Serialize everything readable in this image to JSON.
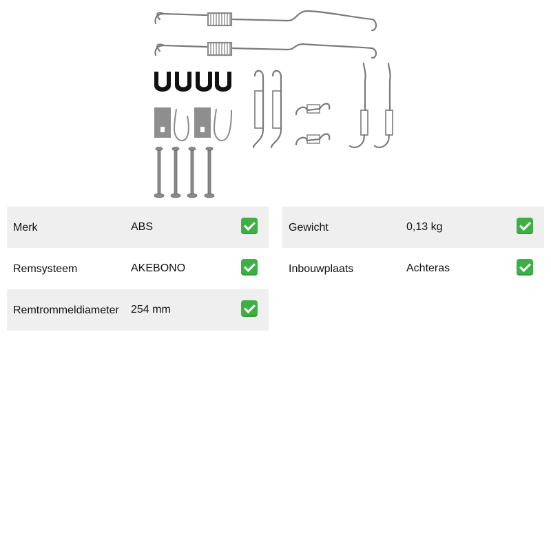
{
  "product_image": {
    "description_icon": "brake-shoe-fitting-kit-image"
  },
  "specs_left": [
    {
      "label": "Merk",
      "value": "ABS",
      "icon": "check-icon"
    },
    {
      "label": "Remsysteem",
      "value": "AKEBONO",
      "icon": "check-icon"
    },
    {
      "label": "Remtrommeldiameter",
      "value": "254 mm",
      "icon": "check-icon"
    }
  ],
  "specs_right": [
    {
      "label": "Gewicht",
      "value": "0,13 kg",
      "icon": "check-icon"
    },
    {
      "label": "Inbouwplaats",
      "value": "Achteras",
      "icon": "check-icon"
    }
  ],
  "colors": {
    "row_shade": "#efefef",
    "check_green": "#3cb043"
  }
}
